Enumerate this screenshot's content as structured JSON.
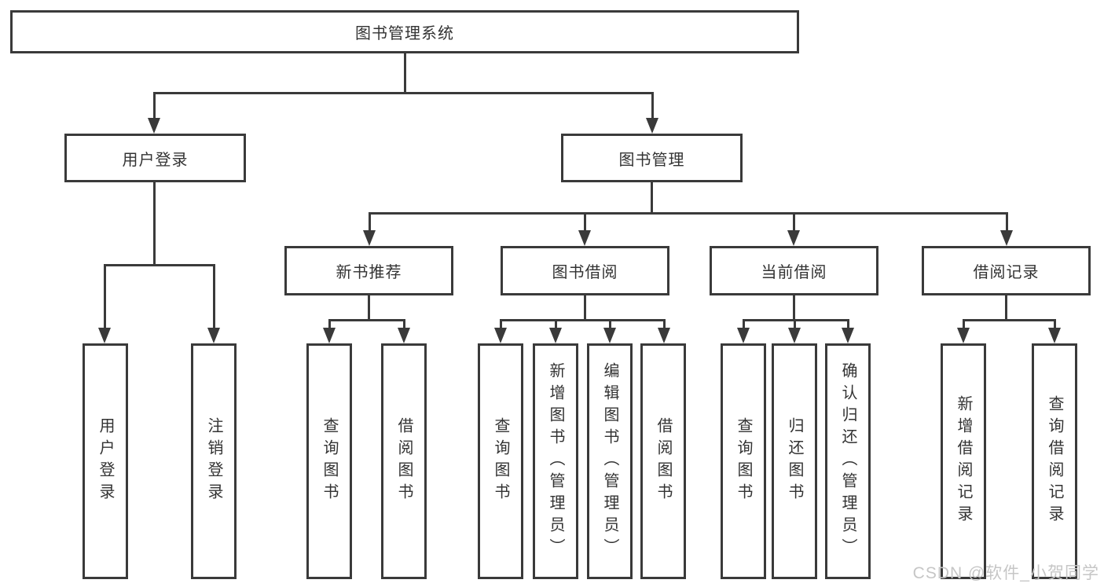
{
  "diagram_type": "function-structure-tree",
  "colors": {
    "line": "#3a3a3a",
    "text": "#333333",
    "background": "#ffffff",
    "watermark": "#c6c6c6"
  },
  "tree": {
    "root": "图书管理系统",
    "children": [
      {
        "label": "用户登录",
        "children": [
          "用户登录",
          "注销登录"
        ]
      },
      {
        "label": "图书管理",
        "children": [
          {
            "label": "新书推荐",
            "children": [
              "查询图书",
              "借阅图书"
            ]
          },
          {
            "label": "图书借阅",
            "children": [
              "查询图书",
              "新增图书（管理员）",
              "编辑图书（管理员）",
              "借阅图书"
            ]
          },
          {
            "label": "当前借阅",
            "children": [
              "查询图书",
              "归还图书",
              "确认归还（管理员）"
            ]
          },
          {
            "label": "借阅记录",
            "children": [
              "新增借阅记录",
              "查询借阅记录"
            ]
          }
        ]
      }
    ]
  },
  "watermark": {
    "text": "CSDN @软件_小贺同学"
  }
}
